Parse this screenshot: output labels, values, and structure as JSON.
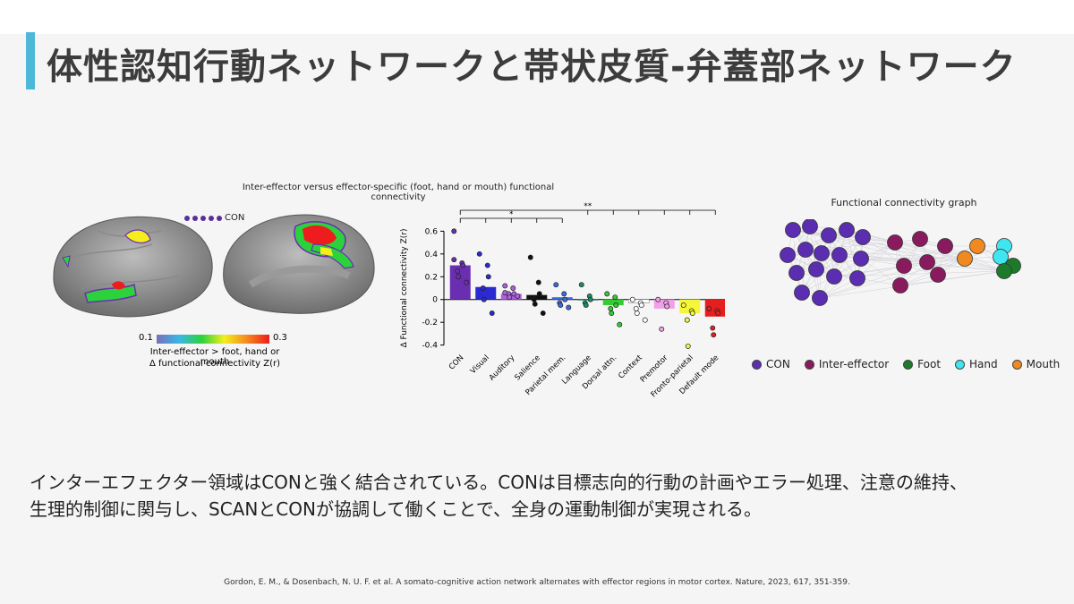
{
  "slide": {
    "title": "体性認知行動ネットワークと帯状皮質-弁蓋部ネットワーク",
    "accent_color": "#4db8d8",
    "body_line1": "インターエフェクター領域はCONと強く結合されている。CONは目標志向的行動の計画やエラー処理、注意の維持、",
    "body_line2": "生理的制御に関与し、SCANとCONが協調して働くことで、全身の運動制御が実現される。",
    "citation": "Gordon, E. M., & Dosenbach, N. U. F. et al. A somato-cognitive action network alternates with effector regions in motor cortex. Nature, 2023, 617, 351-359."
  },
  "figure_left": {
    "title": "Inter-effector versus effector-specific (foot, hand or mouth) functional connectivity",
    "brain_legend": "CON",
    "colorbar_min": "0.1",
    "colorbar_max": "0.3",
    "colorbar_label1": "Inter-effector > foot, hand or mouth",
    "colorbar_label2": "Δ functional connectivity Z(r)"
  },
  "chart_data": {
    "type": "bar",
    "ylabel": "Δ  Functional connectivity Z(r)",
    "ylim": [
      -0.45,
      0.65
    ],
    "yticks": [
      -0.4,
      -0.2,
      0,
      0.2,
      0.4,
      0.6
    ],
    "categories": [
      "CON",
      "Visual",
      "Auditory",
      "Salience",
      "Parietal mem.",
      "Language",
      "Dorsal attn.",
      "Context",
      "Premotor",
      "Fronto-parietal",
      "Default mode"
    ],
    "values": [
      0.3,
      0.11,
      0.05,
      0.04,
      0.02,
      0.0,
      -0.05,
      -0.03,
      -0.08,
      -0.12,
      -0.15
    ],
    "colors": [
      "#6a2fb0",
      "#2a2ad0",
      "#b060e0",
      "#111111",
      "#3a6be0",
      "#1e8a6a",
      "#33cc33",
      "#ffffff",
      "#f0a0e8",
      "#f5f53a",
      "#e61e1e"
    ],
    "points": [
      [
        0.6,
        0.32,
        0.3,
        0.25,
        0.2,
        0.15,
        0.35
      ],
      [
        0.4,
        0.3,
        0.2,
        0.1,
        0.0,
        -0.12
      ],
      [
        0.12,
        0.1,
        0.05,
        0.05,
        0.02,
        0.03,
        0.06
      ],
      [
        0.37,
        0.15,
        0.05,
        0.0,
        -0.04,
        -0.12
      ],
      [
        0.13,
        0.05,
        0.0,
        -0.03,
        -0.05,
        -0.07
      ],
      [
        0.13,
        0.03,
        0.0,
        -0.03,
        -0.05
      ],
      [
        0.05,
        0.02,
        -0.05,
        -0.08,
        -0.12,
        -0.22
      ],
      [
        0.0,
        -0.03,
        -0.05,
        -0.08,
        -0.12,
        -0.18
      ],
      [
        0.0,
        -0.03,
        -0.06,
        -0.26
      ],
      [
        -0.05,
        -0.1,
        -0.12,
        -0.18,
        -0.41
      ],
      [
        -0.08,
        -0.1,
        -0.12,
        -0.25,
        -0.31
      ]
    ],
    "significance": [
      "*",
      "**"
    ]
  },
  "graph": {
    "title": "Functional connectivity graph",
    "legend": [
      {
        "label": "CON",
        "color": "#5b2db0"
      },
      {
        "label": "Inter-effector",
        "color": "#8a1a5e"
      },
      {
        "label": "Foot",
        "color": "#1d7a2a"
      },
      {
        "label": "Hand",
        "color": "#3fe6f0"
      },
      {
        "label": "Mouth",
        "color": "#f08a20"
      }
    ]
  }
}
